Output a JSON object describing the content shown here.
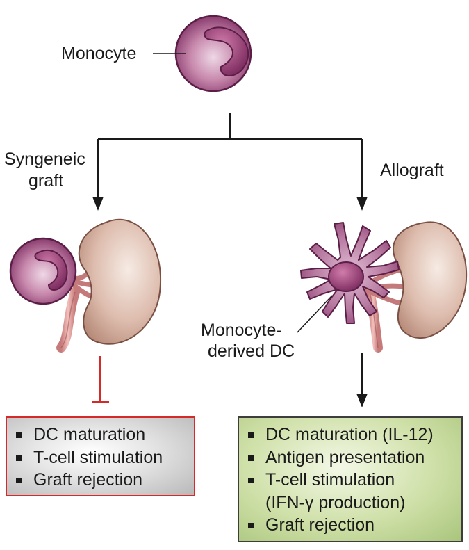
{
  "labels": {
    "monocyte": "Monocyte",
    "syngeneic_graft_line1": "Syngeneic",
    "syngeneic_graft_line2": "graft",
    "allograft": "Allograft",
    "monocyte_derived_dc_line1": "Monocyte-",
    "monocyte_derived_dc_line2": "derived DC"
  },
  "syngeneic_box": {
    "items": [
      "DC maturation",
      "T-cell stimulation",
      "Graft rejection"
    ]
  },
  "allograft_box": {
    "items": [
      "DC maturation (IL-12)",
      "Antigen presentation",
      "T-cell stimulation",
      "(IFN-γ production)",
      "Graft rejection"
    ]
  },
  "colors": {
    "inhibition": "#d42a2a",
    "arrow": "#1a1a1a",
    "cell": "#8a3d6f",
    "kidney": "#d8b3a3",
    "vessel": "#e8a0a0",
    "syngeneic_box_border": "#d42a2a",
    "allograft_box_fill": "#cfe0a8"
  }
}
